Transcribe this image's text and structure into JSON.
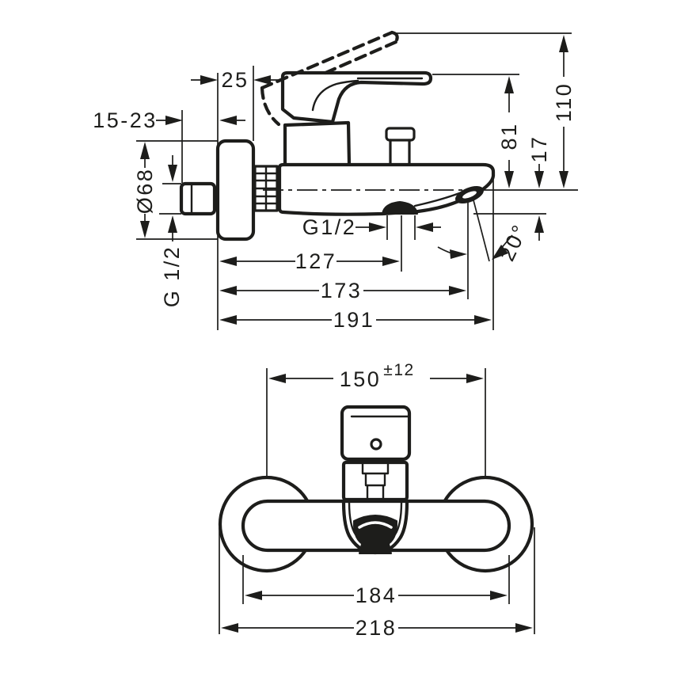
{
  "drawing": {
    "kind": "dimensional technical drawing",
    "subject": "wall-mounted single-lever bath/shower mixer",
    "line_color": "#1d1d1b",
    "background_color": "#ffffff"
  },
  "side_view": {
    "name": "side view",
    "dims": {
      "escutcheon_depth": "25",
      "wall_adjust": "15-23",
      "escutcheon_dia": "Ø68",
      "wall_thread": "G 1/2",
      "height_total": "110",
      "height_to_lever": "81",
      "outlet_drop": "17",
      "outlet_angle": "20°",
      "shower_thread": "G1/2",
      "proj_shower": "127",
      "proj_outlet": "173",
      "proj_total": "191"
    }
  },
  "front_view": {
    "name": "front view",
    "dims": {
      "centers": "150",
      "centers_tol": "±12",
      "body_width": "184",
      "overall_width": "218"
    }
  }
}
